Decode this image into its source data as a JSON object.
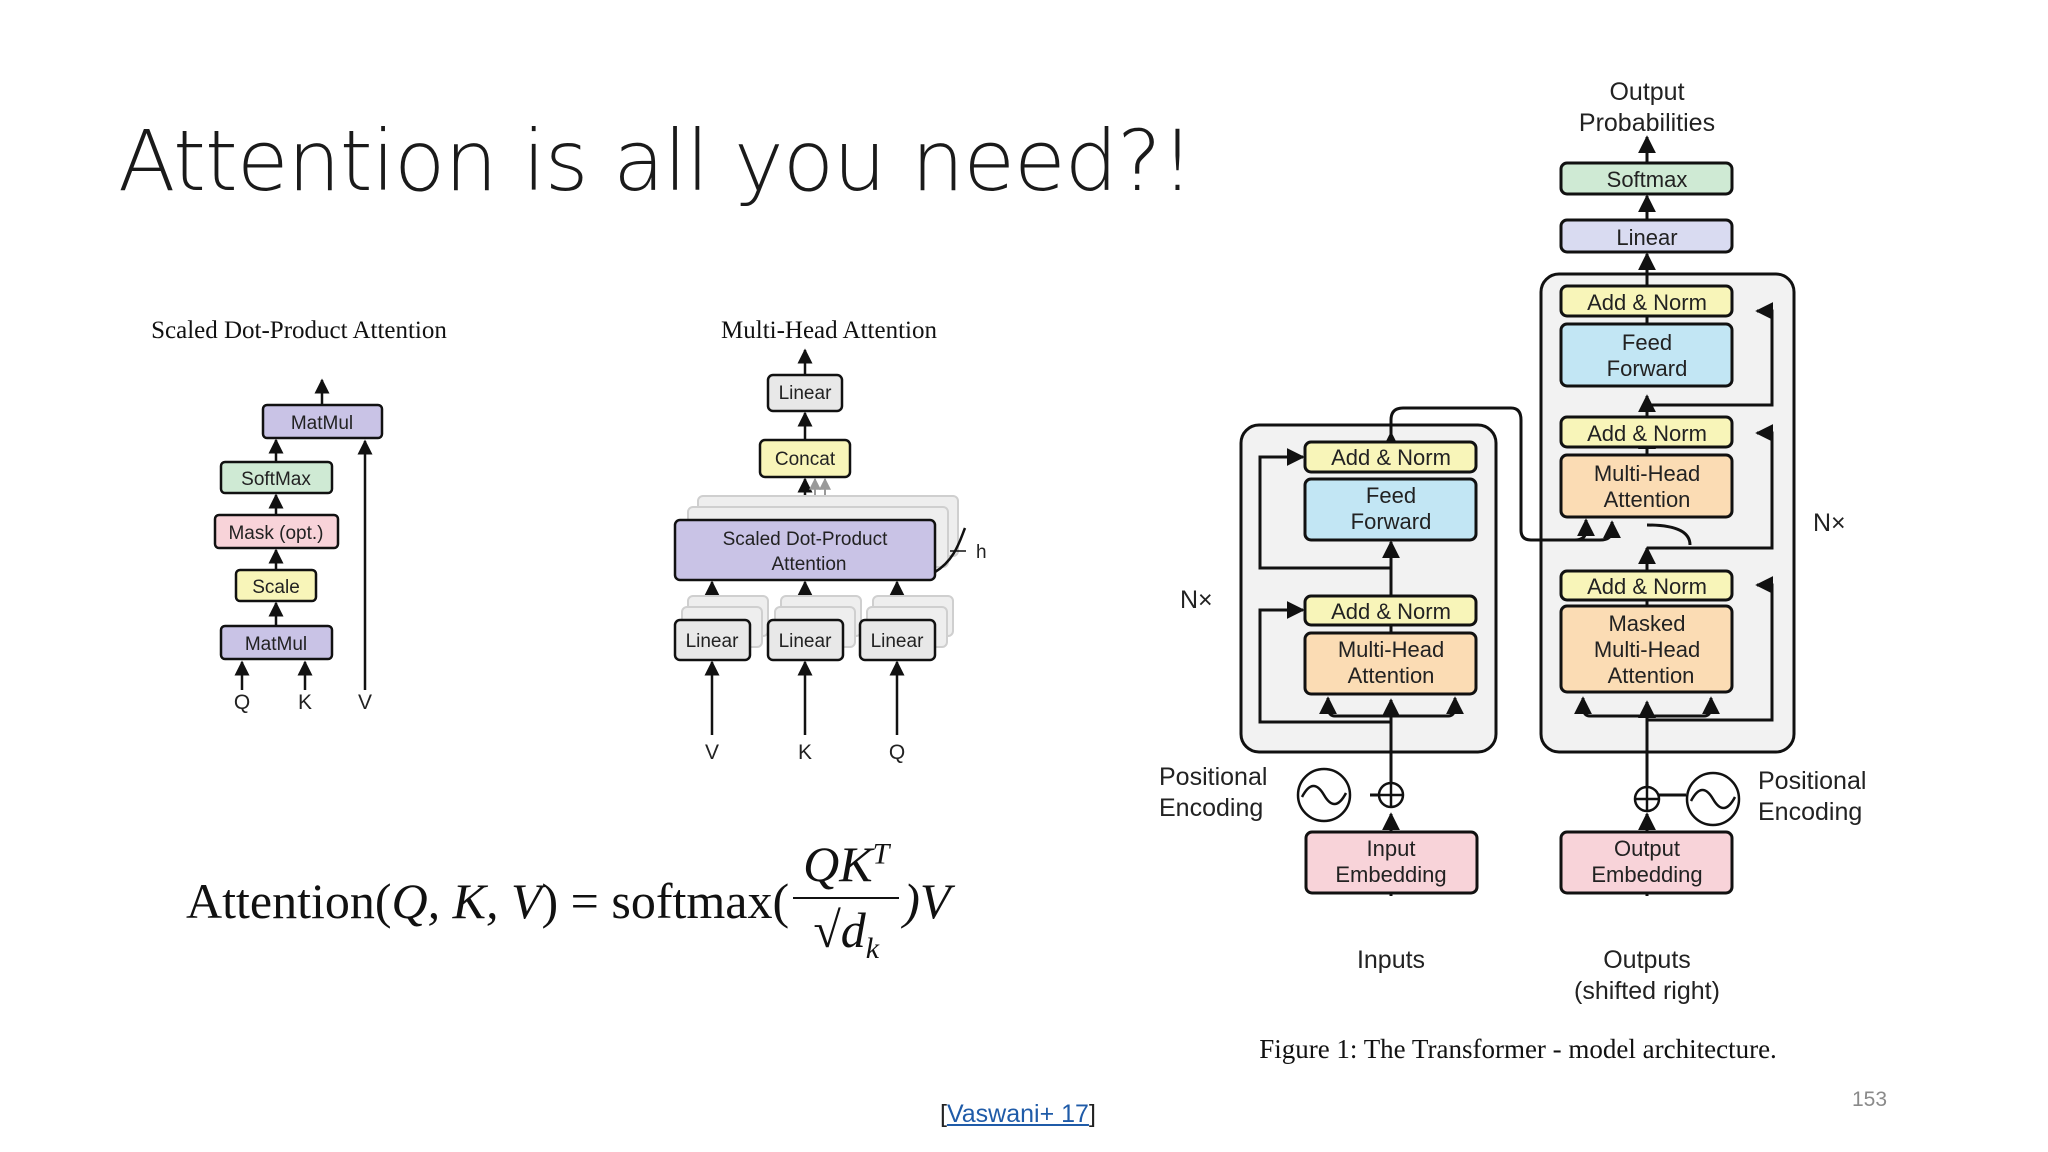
{
  "slide": {
    "title": "Attention is all you need?!",
    "page_number": "153",
    "citation": {
      "open": "[",
      "link_text": "Vaswani+ 17",
      "close": "]"
    }
  },
  "colors": {
    "purple": "#c9c3e6",
    "green": "#cfead4",
    "pink": "#f8d3d9",
    "yellow": "#f8f5b9",
    "blue": "#c2e6f4",
    "orange": "#fbdcb4",
    "lavender": "#d9dbf1",
    "panel": "#f2f2f2"
  },
  "sdpa": {
    "title": "Scaled Dot-Product Attention",
    "matmul_top": "MatMul",
    "softmax": "SoftMax",
    "mask": "Mask (opt.)",
    "scale": "Scale",
    "matmul_bottom": "MatMul",
    "inputs": [
      "Q",
      "K",
      "V"
    ]
  },
  "mha": {
    "title": "Multi-Head Attention",
    "linear_top": "Linear",
    "concat": "Concat",
    "sdpa_line1": "Scaled Dot-Product",
    "sdpa_line2": "Attention",
    "h_label": "h",
    "linears": [
      "Linear",
      "Linear",
      "Linear"
    ],
    "inputs": [
      "V",
      "K",
      "Q"
    ]
  },
  "formula": {
    "lhs": "Attention(",
    "args": "Q, K, V",
    "mid": ") = softmax(",
    "numerator": "QK",
    "numerator_sup": "T",
    "denominator": "√d",
    "denominator_sub": "k",
    "rhs": ")V"
  },
  "transformer": {
    "output_probs_line1": "Output",
    "output_probs_line2": "Probabilities",
    "softmax": "Softmax",
    "linear": "Linear",
    "add_norm": "Add & Norm",
    "feed_forward_line1": "Feed",
    "feed_forward_line2": "Forward",
    "multi_head_line1": "Multi-Head",
    "multi_head_line2": "Attention",
    "masked_line1": "Masked",
    "masked_line2": "Multi-Head",
    "masked_line3": "Attention",
    "nx_left": "N×",
    "nx_right": "N×",
    "pos_enc_line1": "Positional",
    "pos_enc_line2": "Encoding",
    "input_emb_line1": "Input",
    "input_emb_line2": "Embedding",
    "output_emb_line1": "Output",
    "output_emb_line2": "Embedding",
    "inputs": "Inputs",
    "outputs_line1": "Outputs",
    "outputs_line2": "(shifted right)",
    "caption": "Figure 1: The Transformer - model architecture."
  }
}
